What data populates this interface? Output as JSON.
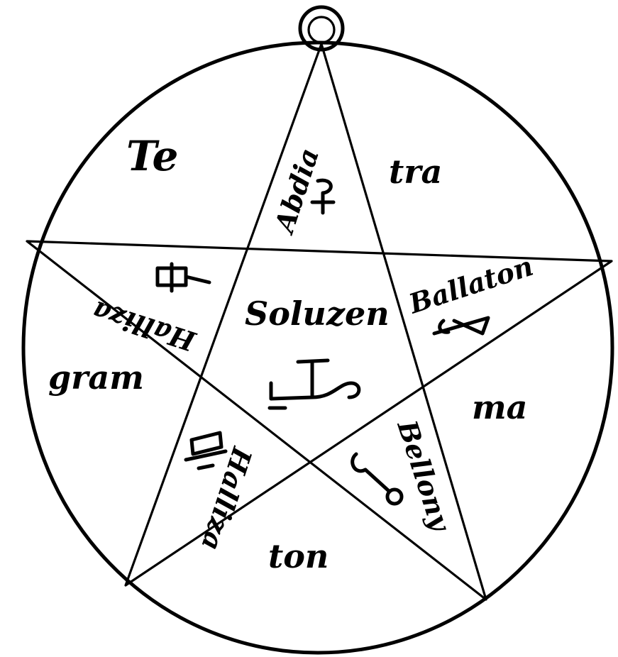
{
  "outer_words": {
    "top_left": "Te",
    "top_right": "tra",
    "left": "gram",
    "right": "ma",
    "bottom": "ton"
  },
  "point_words": {
    "top": "Abdia",
    "right": "Ballaton",
    "bottom_right": "Bellony",
    "bottom_left": "Halliza",
    "left": "Halliza"
  },
  "center_word": "Soluzen",
  "ink_color": "#000000"
}
